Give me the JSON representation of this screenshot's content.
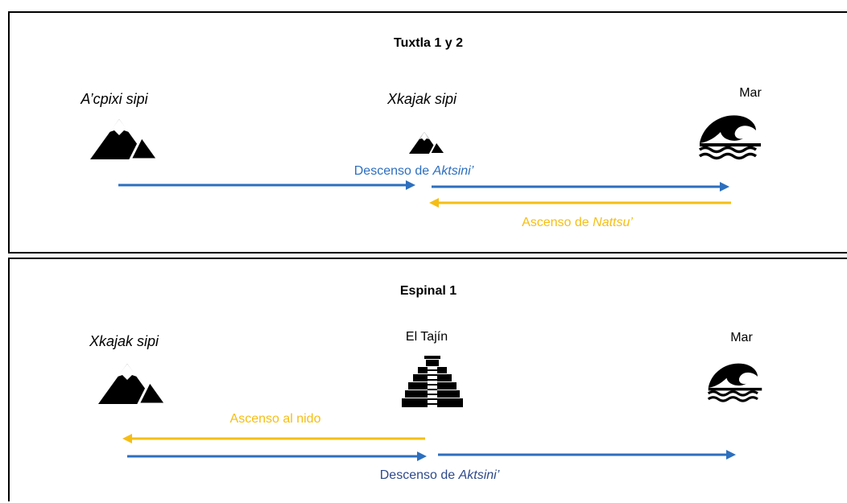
{
  "colors": {
    "blue": "#2C6FBF",
    "yellow": "#F5BE14",
    "navy": "#2E4A8C"
  },
  "panel1": {
    "title": "Tuxtla 1 y 2",
    "place_left": "A’cpixi sipi",
    "place_center": "Xkajak sipi",
    "place_right": "Mar",
    "icons": {
      "left": "mountain-icon",
      "center": "mountain-small-icon",
      "right": "wave-icon"
    },
    "descent_prefix": "Descenso de ",
    "descent_name": "Aktsini’",
    "ascent_prefix": "Ascenso de ",
    "ascent_name": "Nattsu’"
  },
  "panel2": {
    "title": "Espinal 1",
    "place_left": "Xkajak sipi",
    "place_center": "El Tajín",
    "place_right": "Mar",
    "icons": {
      "left": "mountain-icon",
      "center": "pyramid-icon",
      "right": "wave-icon"
    },
    "ascent_label": "Ascenso al nido",
    "descent_prefix": "Descenso de ",
    "descent_name": "Aktsini’"
  }
}
